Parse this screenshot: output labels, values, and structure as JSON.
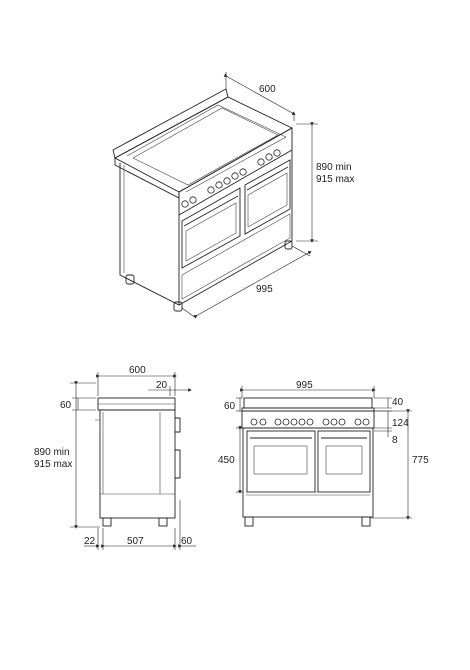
{
  "perspective": {
    "depth": "600",
    "height_min": "890 min",
    "height_max": "915 max",
    "width": "995"
  },
  "side": {
    "depth": "600",
    "top_offset": "20",
    "top_height": "60",
    "height_min": "890 min",
    "height_max": "915 max",
    "rear_gap": "22",
    "body_depth": "507",
    "front_projection": "60"
  },
  "front": {
    "width": "995",
    "top_height": "60",
    "backguard": "40",
    "panel_height": "124",
    "gap": "8",
    "oven_height": "450",
    "base_height": "775"
  }
}
